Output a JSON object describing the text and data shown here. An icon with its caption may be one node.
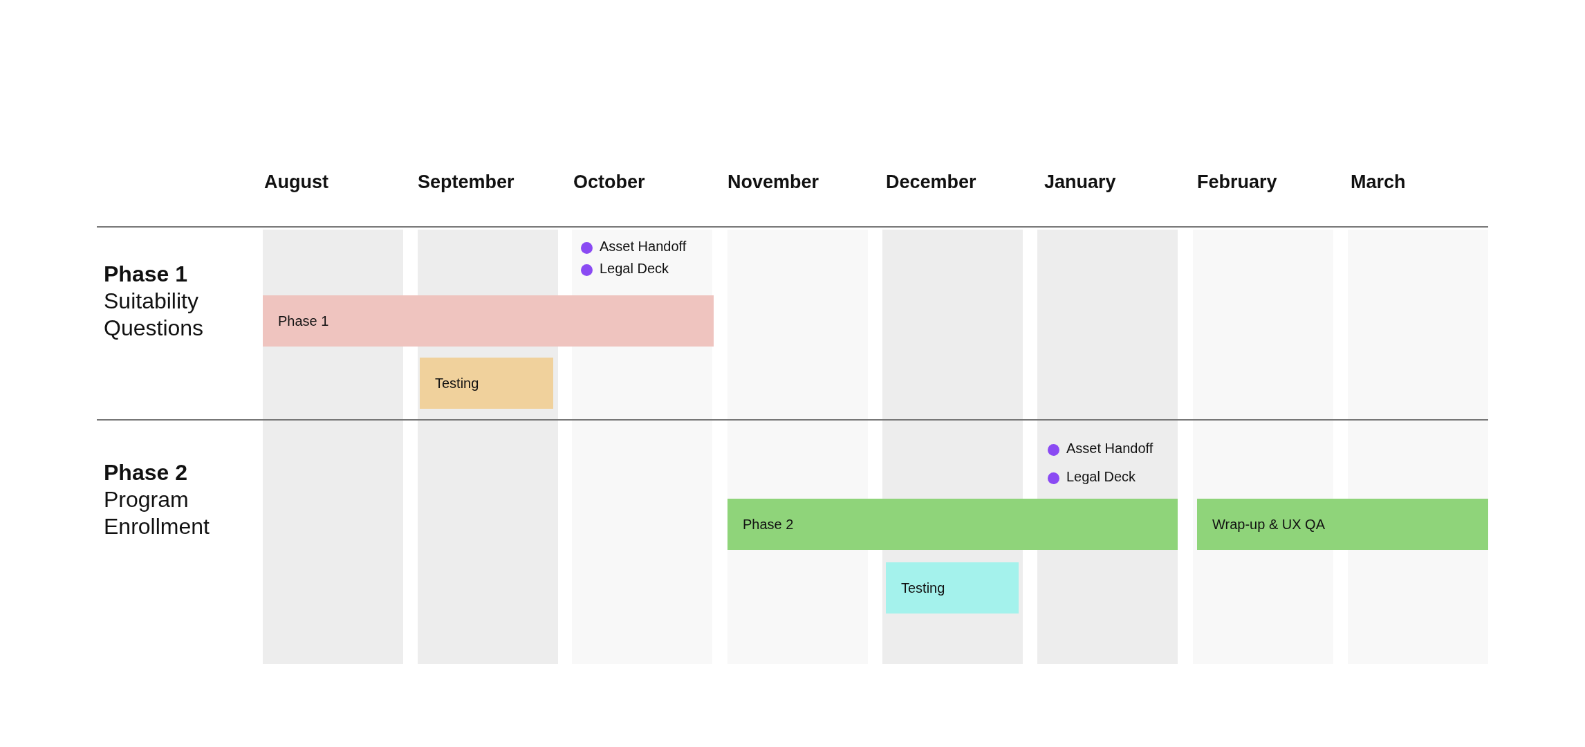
{
  "diagram": {
    "nodes": [
      {
        "text": [],
        "shape": "circle",
        "beside": [
          "Asset Handoff"
        ]
      },
      {
        "text": [],
        "shape": "circle",
        "beside": [
          "Legal Deck"
        ]
      },
      {
        "text": [
          "Phase 1"
        ]
      },
      {
        "text": [
          "Testing"
        ]
      },
      {
        "text": [],
        "shape": "circle",
        "beside": [
          "Asset Handoff"
        ]
      },
      {
        "text": [],
        "shape": "circle",
        "beside": [
          "Legal Deck"
        ]
      },
      {
        "text": [
          "Phase 2"
        ]
      },
      {
        "text": [
          "Wrap-up & UX QA"
        ]
      },
      {
        "text": [
          "Testing"
        ]
      }
    ],
    "edges": [],
    "labels": [
      "August",
      "September",
      "October",
      "November",
      "December",
      "January",
      "February",
      "March",
      "Phase 1",
      "Suitability Questions",
      "Phase 2",
      "Program Enrollment"
    ]
  }
}
